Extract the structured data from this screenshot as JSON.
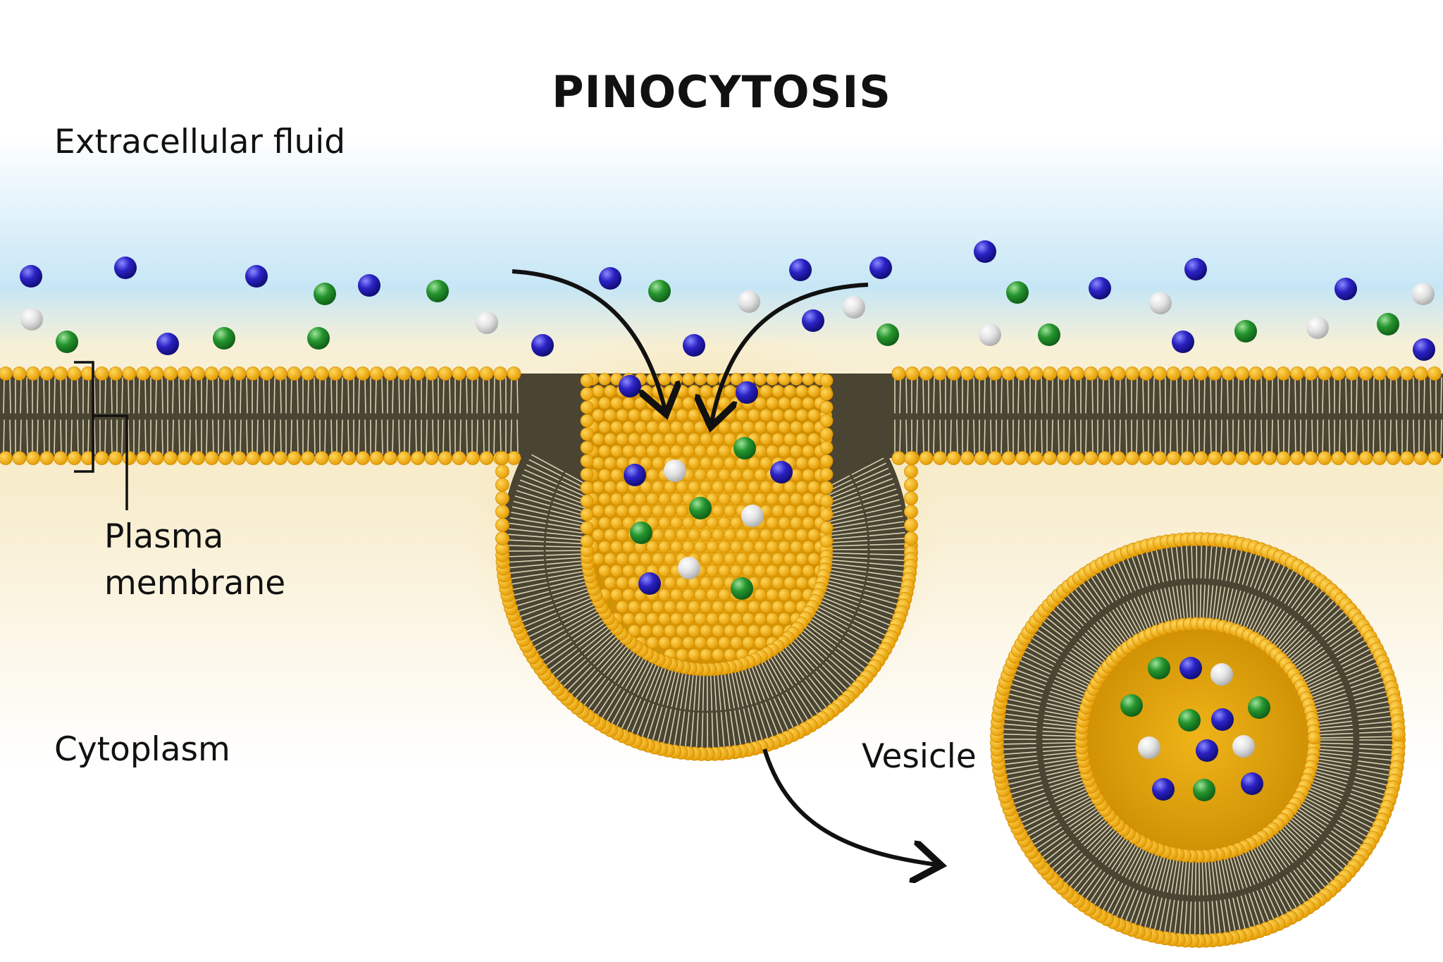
{
  "title": "PINOCYTOSIS",
  "labels": {
    "extracellular": "Extracellular fluid",
    "plasma_line1": "Plasma",
    "plasma_line2": "membrane",
    "cytoplasm": "Cytoplasm",
    "vesicle": "Vesicle"
  },
  "colors": {
    "fluid": "#c6e6f5",
    "cytoplasm": "#f7eccb",
    "lipid_head": "#f5b100",
    "lipid_head_edge": "#d48d00",
    "tail_core": "#4a4432",
    "tail_line": "#d9d2b4",
    "vesicle_fill": "#e8a500",
    "molecule_blue": "#2b22c4",
    "molecule_green": "#25952e",
    "molecule_white": "#dcdcdc",
    "arrow": "#111111"
  },
  "molecule_types": [
    "blue",
    "green",
    "white"
  ],
  "arrows": [
    "left-inflow-arrow",
    "right-inflow-arrow",
    "vesicle-release-arrow"
  ]
}
